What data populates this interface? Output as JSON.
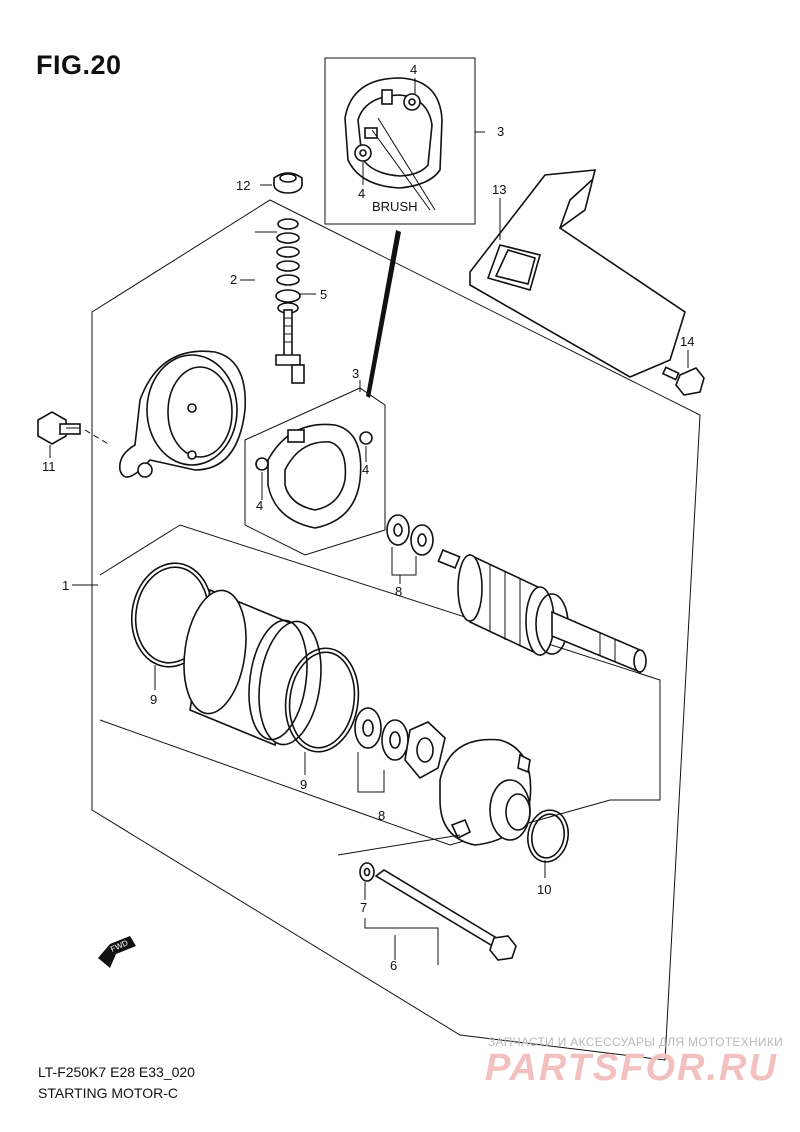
{
  "figure": {
    "title": "FIG.20"
  },
  "footer": {
    "code": "LT-F250K7 E28 E33_020",
    "name": "STARTING MOTOR-C"
  },
  "inset": {
    "brush_label": "BRUSH"
  },
  "fwd_label": "FWD",
  "callouts": {
    "c1": "1",
    "c2": "2",
    "c3a": "3",
    "c3b": "3",
    "c4a": "4",
    "c4b": "4",
    "c4c": "4",
    "c4d": "4",
    "c5": "5",
    "c6": "6",
    "c7": "7",
    "c8a": "8",
    "c8b": "8",
    "c9a": "9",
    "c9b": "9",
    "c10": "10",
    "c11": "11",
    "c12": "12",
    "c13": "13",
    "c14": "14"
  },
  "watermark": {
    "top_text": "ЗАПЧАСТИ И АКСЕССУАРЫ ДЛЯ МОТОТЕХНИКИ",
    "logo_text": "PARTSFOR.RU"
  }
}
